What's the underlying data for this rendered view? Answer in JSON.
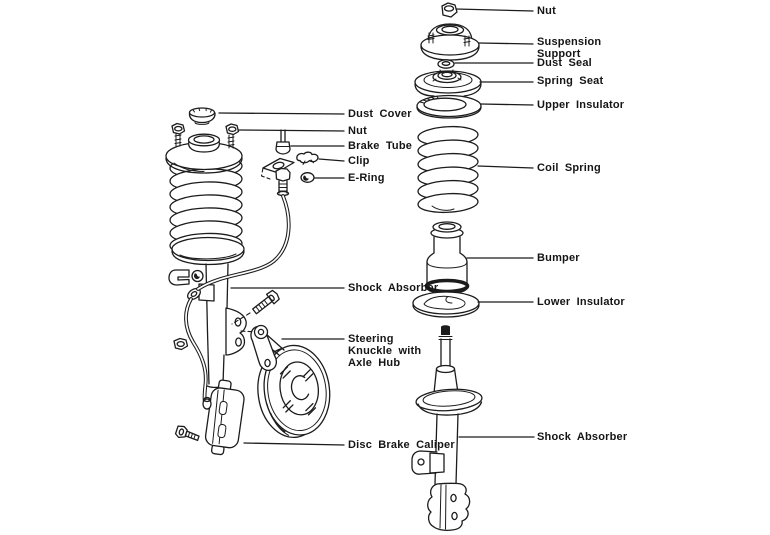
{
  "labels": {
    "left": [
      {
        "id": "dust-cover",
        "text": "Dust Cover"
      },
      {
        "id": "nut",
        "text": "Nut"
      },
      {
        "id": "brake-tube",
        "text": "Brake Tube"
      },
      {
        "id": "clip",
        "text": "Clip"
      },
      {
        "id": "e-ring",
        "text": "E-Ring"
      },
      {
        "id": "shock-absorber",
        "text": "Shock Absorber"
      },
      {
        "id": "steering-knuckle",
        "text": "Steering Knuckle with Axle Hub"
      },
      {
        "id": "disc-brake-caliper",
        "text": "Disc Brake Caliper"
      }
    ],
    "right": [
      {
        "id": "nut",
        "text": "Nut"
      },
      {
        "id": "suspension-support",
        "text": "Suspension Support"
      },
      {
        "id": "dust-seal",
        "text": "Dust Seal"
      },
      {
        "id": "spring-seat",
        "text": "Spring Seat"
      },
      {
        "id": "upper-insulator",
        "text": "Upper Insulator"
      },
      {
        "id": "coil-spring",
        "text": "Coil Spring"
      },
      {
        "id": "bumper",
        "text": "Bumper"
      },
      {
        "id": "lower-insulator",
        "text": "Lower Insulator"
      },
      {
        "id": "shock-absorber",
        "text": "Shock Absorber"
      }
    ]
  },
  "colors": {
    "ink": "#1c1c1c",
    "paper": "#ffffff"
  }
}
